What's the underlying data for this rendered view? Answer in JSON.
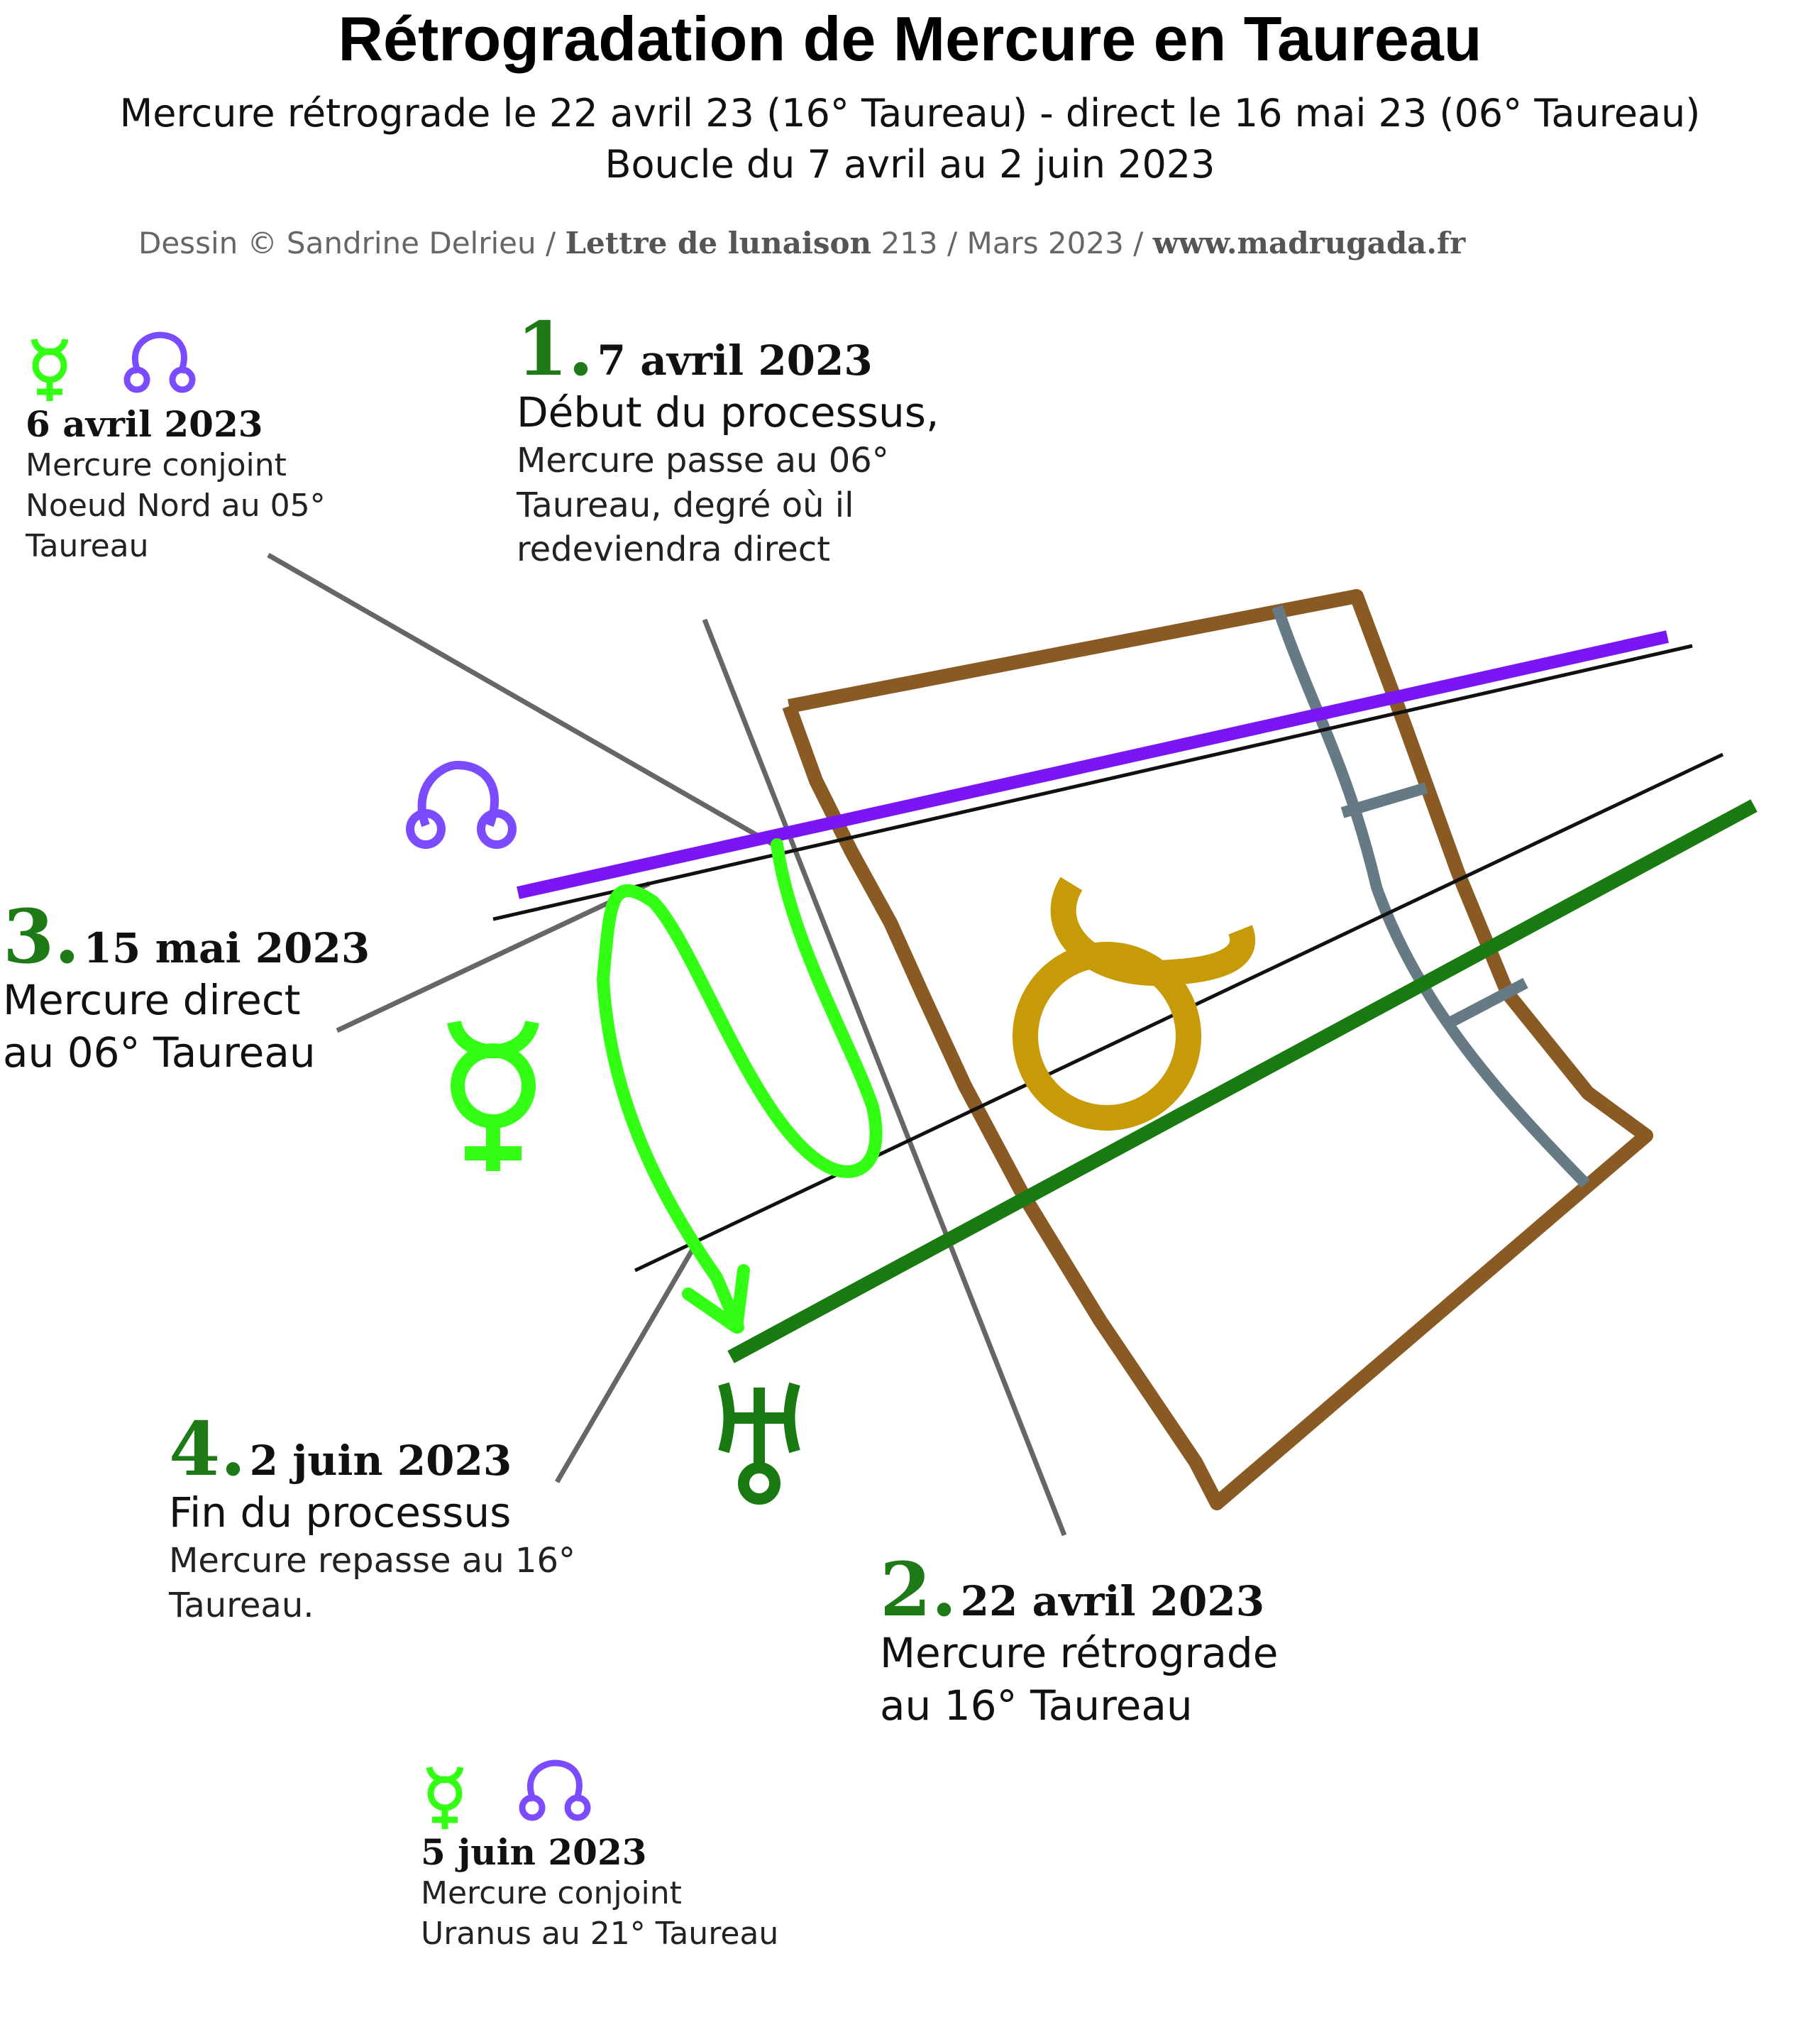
{
  "header": {
    "title": "Rétrogradation de Mercure en Taureau",
    "subtitle_1": "Mercure rétrograde le 22 avril 23 (16° Taureau) - direct le 16 mai 23 (06° Taureau)",
    "subtitle_2": "Boucle du 7 avril au 2 juin 2023",
    "credit_prefix": "Dessin © Sandrine Delrieu / ",
    "credit_bold_1": "Lettre de lunaison",
    "credit_middle": " 213 / Mars 2023 / ",
    "credit_bold_2": "www.madrugada.fr"
  },
  "steps": [
    {
      "number": "1.",
      "date": "7 avril 2023",
      "heading": "Début du processus,",
      "lines": [
        "Mercure passe au 06°",
        "Taureau, degré où il",
        "redeviendra direct"
      ]
    },
    {
      "number": "2.",
      "date": "22 avril 2023",
      "heading": "Mercure rétrograde",
      "lines": [
        "au 16° Taureau"
      ]
    },
    {
      "number": "3.",
      "date": "15 mai 2023",
      "heading": "Mercure direct",
      "lines": [
        "au 06° Taureau"
      ]
    },
    {
      "number": "4.",
      "date": "2 juin 2023",
      "heading": "Fin du processus",
      "lines": [
        "Mercure repasse au 16°",
        "Taureau."
      ]
    }
  ],
  "conjunctions": [
    {
      "date": "6 avril 2023",
      "lines": [
        "Mercure conjoint",
        "Noeud Nord au 05°",
        "Taureau"
      ]
    },
    {
      "date": "5 juin 2023",
      "lines": [
        "Mercure conjoint",
        "Uranus au 21° Taureau"
      ]
    }
  ],
  "icons": {
    "mercury": "mercury-icon",
    "north_node": "north-node-icon",
    "taurus": "taurus-icon",
    "uranus": "uranus-icon"
  },
  "colors": {
    "mercury": "#33ff14",
    "north_node": "#7a16f4",
    "node_small": "#7b4bff",
    "uranus": "#1a7a12",
    "taurus_sign": "#c79a08",
    "sign_frame": "#8a5a24",
    "degree_band": "#667a86",
    "step_number": "#1e7a16",
    "guide_lines": "#666666"
  }
}
